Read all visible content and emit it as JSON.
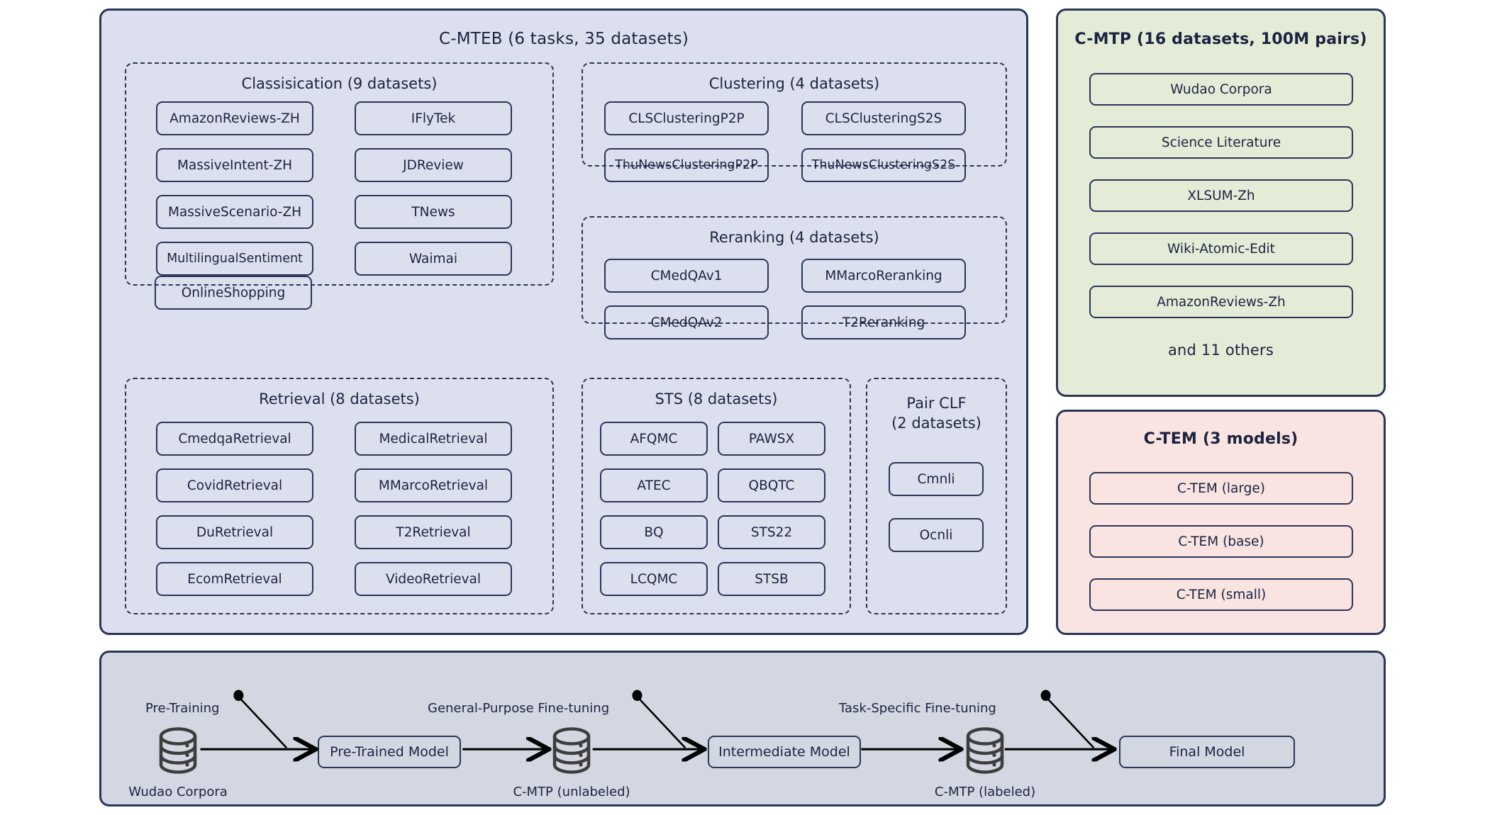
{
  "benchmark": {
    "title": "C-MTEB (6 tasks, 35 datasets)",
    "groups": [
      {
        "id": "classification",
        "title": "Classisication (9 datasets)",
        "datasets": [
          "AmazonReviews-ZH",
          "IFlyTek",
          "MassiveIntent-ZH",
          "JDReview",
          "MassiveScenario-ZH",
          "TNews",
          "MultilingualSentiment",
          "Waimai",
          "OnlineShopping"
        ]
      },
      {
        "id": "clustering",
        "title": "Clustering (4 datasets)",
        "datasets": [
          "CLSClusteringP2P",
          "CLSClusteringS2S",
          "ThuNewsClusteringP2P",
          "ThuNewsClusteringS2S"
        ]
      },
      {
        "id": "reranking",
        "title": "Reranking (4 datasets)",
        "datasets": [
          "CMedQAv1",
          "MMarcoReranking",
          "CMedQAv2",
          "T2Reranking"
        ]
      },
      {
        "id": "retrieval",
        "title": "Retrieval (8 datasets)",
        "datasets": [
          "CmedqaRetrieval",
          "MedicalRetrieval",
          "CovidRetrieval",
          "MMarcoRetrieval",
          "DuRetrieval",
          "T2Retrieval",
          "EcomRetrieval",
          "VideoRetrieval"
        ]
      },
      {
        "id": "sts",
        "title": "STS (8 datasets)",
        "datasets": [
          "AFQMC",
          "PAWSX",
          "ATEC",
          "QBQTC",
          "BQ",
          "STS22",
          "LCQMC",
          "STSB"
        ]
      },
      {
        "id": "pairclf",
        "title_line1": "Pair CLF",
        "title_line2": "(2 datasets)",
        "datasets": [
          "Cmnli",
          "Ocnli"
        ]
      }
    ]
  },
  "corpus": {
    "title": "C-MTP (16 datasets, 100M pairs)",
    "datasets": [
      "Wudao Corpora",
      "Science Literature",
      "XLSUM-Zh",
      "Wiki-Atomic-Edit",
      "AmazonReviews-Zh"
    ],
    "more_label": "and 11 others"
  },
  "models": {
    "title": "C-TEM (3 models)",
    "items": [
      "C-TEM (large)",
      "C-TEM (base)",
      "C-TEM (small)"
    ]
  },
  "pipeline": {
    "stages": [
      {
        "label": "Pre-Training",
        "db": "Wudao Corpora",
        "model": "Pre-Trained Model"
      },
      {
        "label": "General-Purpose Fine-tuning",
        "db": "C-MTP (unlabeled)",
        "model": "Intermediate Model"
      },
      {
        "label": "Task-Specific Fine-tuning",
        "db": "C-MTP (labeled)",
        "model": "Final Model"
      }
    ]
  },
  "colors": {
    "benchmark_bg": "#dce0ee",
    "corpus_bg": "#e4ecd8",
    "models_bg": "#f9e4e2",
    "pipeline_bg": "#d3d7e1",
    "stroke": "#2b3557",
    "text": "#1c2340"
  }
}
